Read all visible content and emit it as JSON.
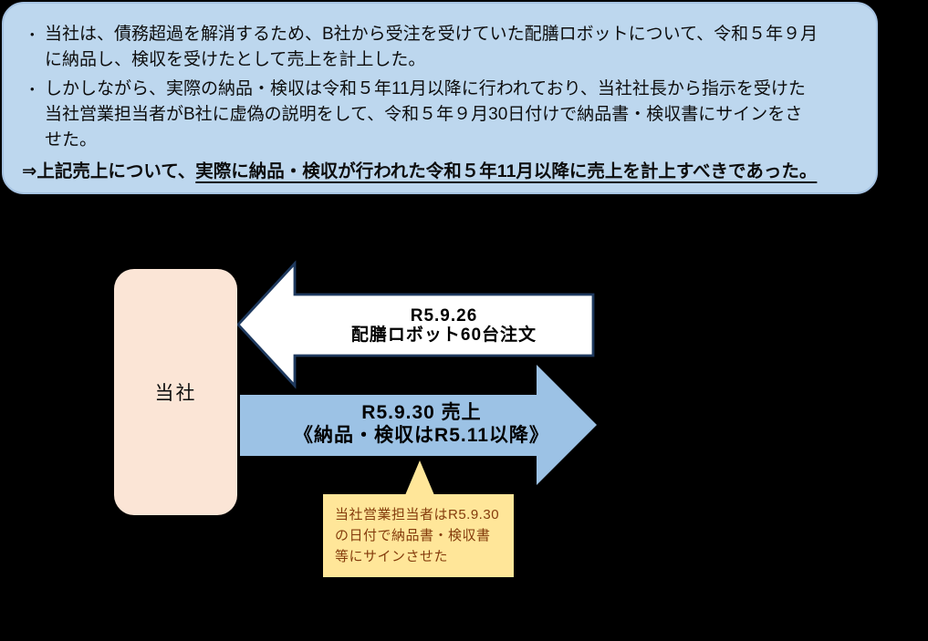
{
  "summary_box": {
    "bullet_char": "•",
    "bullets": [
      {
        "lines": [
          "当社は、債務超過を解消するため、B社から受注を受けていた配膳ロボットについて、令和５年９月",
          "に納品し、検収を受けたとして売上を計上した。"
        ]
      },
      {
        "lines": [
          "しかしながら、実際の納品・検収は令和５年11月以降に行われており、当社社長から指示を受けた",
          "当社営業担当者がB社に虚偽の説明をして、令和５年９月30日付けで納品書・検収書にサインをさ",
          "せた。"
        ]
      }
    ],
    "conclusion": {
      "prefix": "⇒上記売上について、",
      "underlined": "実際に納品・検収が行われた令和５年11月以降に売上を計上すべきであった。"
    }
  },
  "diagram": {
    "company": {
      "label": "当社"
    },
    "order_arrow": {
      "lines": [
        "R5.9.26",
        "配膳ロボット60台注文"
      ]
    },
    "sales_arrow": {
      "lines": [
        "R5.9.30 売上",
        "《納品・検収はR5.11以降》"
      ]
    },
    "callout": {
      "lines": [
        "当社営業担当者はR5.9.30",
        "の日付で納品書・検収書",
        "等にサインさせた"
      ]
    }
  },
  "colors": {
    "background": "#000000",
    "summary_fill": "#BDD7EE",
    "summary_border": "#A6C3E2",
    "company_fill": "#FBE5D6",
    "order_arrow_fill": "#FFFFFF",
    "order_arrow_outline": "#1F3A5F",
    "sales_arrow_fill": "#9CC2E5",
    "callout_fill": "#FFE699",
    "callout_text": "#843C0C",
    "body_text": "#0D0D0D"
  }
}
